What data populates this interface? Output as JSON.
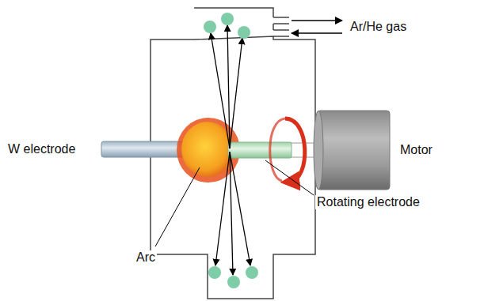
{
  "diagram": {
    "labels": [
      "Ar/He gas",
      "W electrode",
      "Motor",
      "Rotating electrode",
      "Arc"
    ]
  }
}
